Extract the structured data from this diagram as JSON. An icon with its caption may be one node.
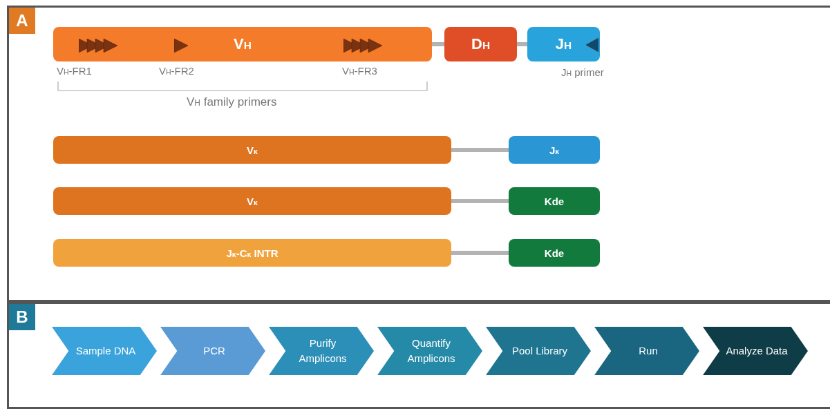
{
  "diagram": {
    "nodes": [
      {
        "text": [
          "A"
        ]
      },
      {
        "text": [
          "V$_{H}$"
        ],
        "in": 0
      },
      {
        "text": [
          "D$_{H}$"
        ],
        "in": 0
      },
      {
        "text": [
          "J$_{H}$"
        ],
        "in": 0
      },
      {
        "text": [
          "V$_{κ}$"
        ],
        "in": 0
      },
      {
        "text": [
          "J$_{κ}$"
        ],
        "in": 0
      },
      {
        "text": [
          "V$_{κ}$"
        ],
        "in": 0
      },
      {
        "text": [
          "Kde"
        ],
        "in": 0
      },
      {
        "text": [
          "J$_{κ}$-C$_{κ}$ INTR"
        ],
        "in": 0
      },
      {
        "text": [
          "Kde"
        ],
        "in": 0
      },
      {
        "text": [
          "B"
        ]
      },
      {
        "text": [
          "Sample DNA"
        ],
        "in": 10
      },
      {
        "text": [
          "PCR"
        ],
        "in": 10
      },
      {
        "text": [
          "Purify Amplicons"
        ],
        "in": 10
      },
      {
        "text": [
          "Quantify Amplicons"
        ],
        "in": 10
      },
      {
        "text": [
          "Pool Library"
        ],
        "in": 10
      },
      {
        "text": [
          "Run"
        ],
        "in": 10
      },
      {
        "text": [
          "Analyze Data"
        ],
        "in": 10
      }
    ],
    "edges": [
      {
        "from": 1,
        "to": 2,
        "arrow": "none"
      },
      {
        "from": 2,
        "to": 3,
        "arrow": "none"
      },
      {
        "from": 4,
        "to": 5,
        "arrow": "none"
      },
      {
        "from": 6,
        "to": 7,
        "arrow": "none"
      },
      {
        "from": 8,
        "to": 9,
        "arrow": "none"
      }
    ],
    "labels": [
      "V$_{H}$-FR1",
      "V$_{H}$-FR2",
      "V$_{H}$-FR3",
      "J$_{H}$ primer",
      "V$_{H}$ family primers"
    ]
  }
}
